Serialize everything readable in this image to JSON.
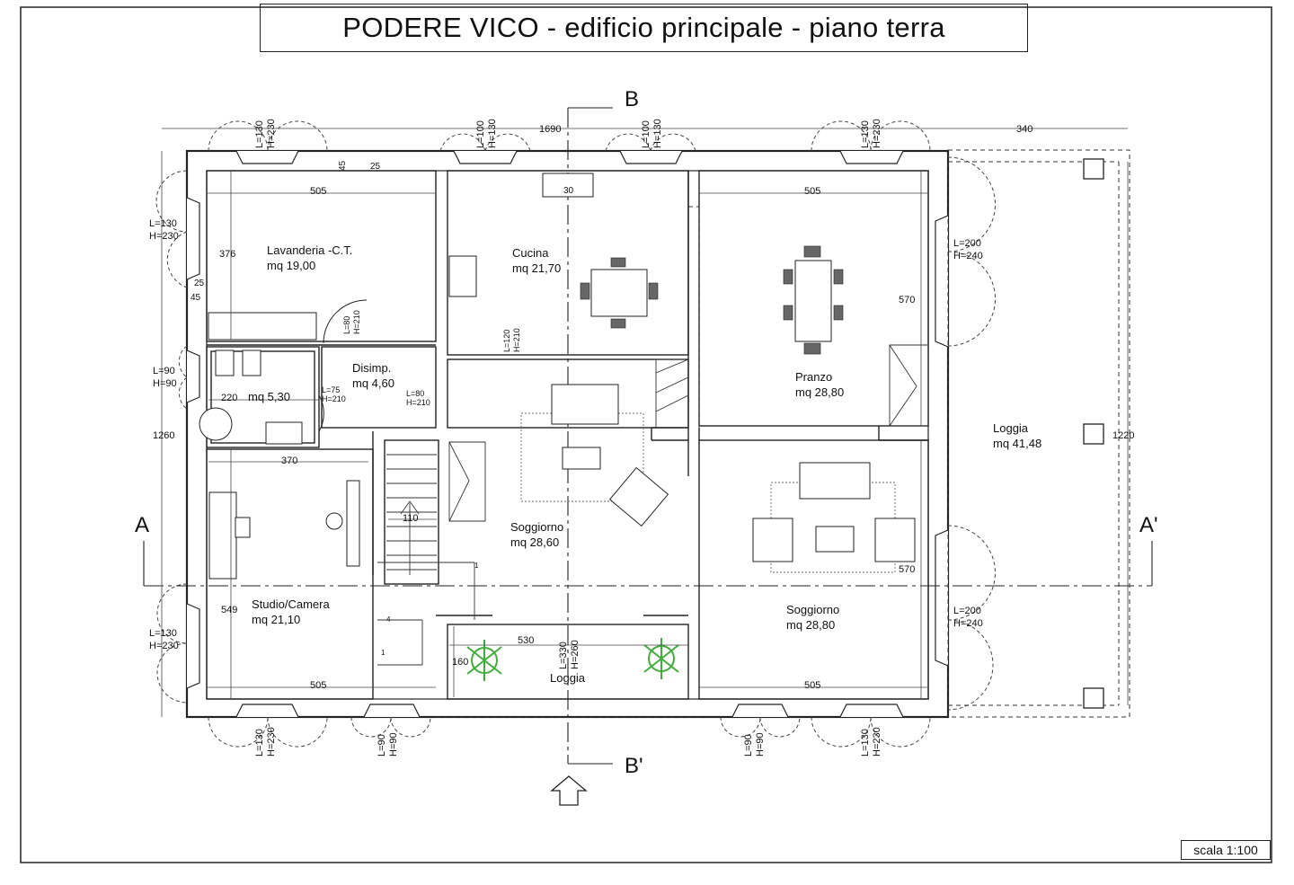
{
  "title": "PODERE VICO - edificio principale - piano terra",
  "scale": "scala 1:100",
  "colors": {
    "line": "#222222",
    "plant": "#3fae3a",
    "paper": "#ffffff"
  },
  "section_marks": {
    "a": "A",
    "a_prime": "A'",
    "b": "B",
    "b_prime": "B'"
  },
  "entrance_icon": "up-arrow-icon",
  "rooms": {
    "lavanderia": {
      "name": "Lavanderia -C.T.",
      "area": "mq 19,00"
    },
    "cucina": {
      "name": "Cucina",
      "area": "mq 21,70"
    },
    "pranzo": {
      "name": "Pranzo",
      "area": "mq 28,80"
    },
    "bagno": {
      "area": "mq 5,30"
    },
    "disimpegno": {
      "name": "Disimp.",
      "area": "mq 4,60"
    },
    "soggiorno_centrale": {
      "name": "Soggiorno",
      "area": "mq 28,60"
    },
    "soggiorno_destra": {
      "name": "Soggiorno",
      "area": "mq 28,80"
    },
    "studio": {
      "name": "Studio/Camera",
      "area": "mq 21,10"
    },
    "loggia_grande": {
      "name": "Loggia",
      "area": "mq 41,48"
    },
    "loggia_piccola": {
      "name": "Loggia"
    }
  },
  "dimensions": {
    "total_width": "1690",
    "loggia_width": "340",
    "total_height": "1260",
    "loggia_height": "1220",
    "w505_a": "505",
    "w505_b": "505",
    "w505_c": "505",
    "w505_d": "505",
    "h376": "376",
    "h570_a": "570",
    "h570_b": "570",
    "h549": "549",
    "w370": "370",
    "w220": "220",
    "w530": "530",
    "h160": "160",
    "w110": "110",
    "d45_top": "45",
    "d25_top": "25",
    "d25_side": "25",
    "d45_side": "45",
    "w30": "30",
    "stair_1": "1",
    "stair_1b": "1",
    "stair_4": "4"
  },
  "openings": {
    "top_1_l": "L=130",
    "top_1_h": "H=230",
    "top_2_l": "L=100",
    "top_2_h": "H=130",
    "top_3_l": "L=100",
    "top_3_h": "H=130",
    "top_4_l": "L=130",
    "top_4_h": "H=230",
    "left_1_l": "L=130",
    "left_1_h": "H=230",
    "left_2_l": "L=90",
    "left_2_h": "H=90",
    "left_3_l": "L=130",
    "left_3_h": "H=230",
    "right_1_l": "L=200",
    "right_1_h": "H=240",
    "right_2_l": "L=200",
    "right_2_h": "H=240",
    "bottom_1_l": "L=130",
    "bottom_1_h": "H=230",
    "bottom_2_l": "L=90",
    "bottom_2_h": "H=90",
    "bottom_3_l": "L=90",
    "bottom_3_h": "H=90",
    "bottom_4_l": "L=130",
    "bottom_4_h": "H=230",
    "door_1_l": "L=80",
    "door_1_h": "H=210",
    "door_2_l": "L=75",
    "door_2_h": "H=210",
    "door_3_l": "L=80",
    "door_3_h": "H=210",
    "door_4_l": "L=120",
    "door_4_h": "H=210",
    "loggia_opening_l": "L=330",
    "loggia_opening_h": "H=260"
  }
}
